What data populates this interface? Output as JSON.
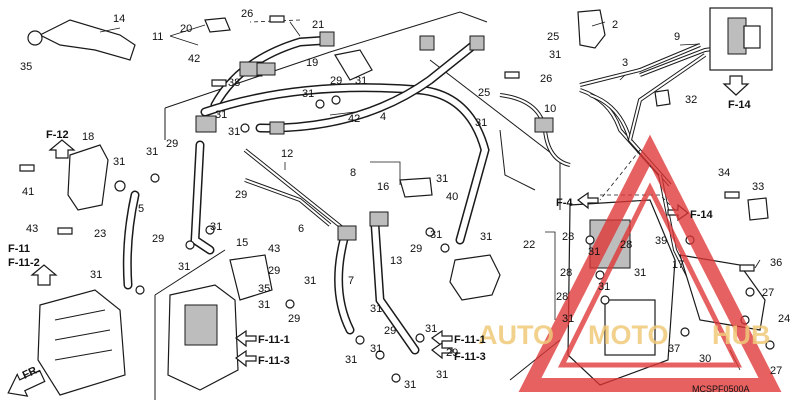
{
  "diagram": {
    "code": "MCSPF0500A",
    "arrow_label": "FR.",
    "watermark": {
      "text_left": "AUTO",
      "text_mid": "MOTO",
      "text_right": "HUB"
    },
    "part_numbers": {
      "n2": "2",
      "n3": "3",
      "n4": "4",
      "n5": "5",
      "n6": "6",
      "n7": "7",
      "n8": "8",
      "n9": "9",
      "n10": "10",
      "n11": "11",
      "n12": "12",
      "n13": "13",
      "n14": "14",
      "n15": "15",
      "n16": "16",
      "n17": "17",
      "n18": "18",
      "n19": "19",
      "n20": "20",
      "n21": "21",
      "n22": "22",
      "n23": "23",
      "n24": "24",
      "n25": "25",
      "n26": "26",
      "n27": "27",
      "n28": "28",
      "n29": "29",
      "n30": "30",
      "n31": "31",
      "n32": "32",
      "n33": "33",
      "n34": "34",
      "n35": "35",
      "n36": "36",
      "n37": "37",
      "n38": "38",
      "n39": "39",
      "n40": "40",
      "n41": "41",
      "n42": "42",
      "n43": "43"
    },
    "refs": {
      "f12": "F-12",
      "f14": "F-14",
      "f4": "F-4",
      "f11": "F-11",
      "f11_2": "F-11-2",
      "f11_1": "F-11-1",
      "f11_3": "F-11-3"
    }
  }
}
